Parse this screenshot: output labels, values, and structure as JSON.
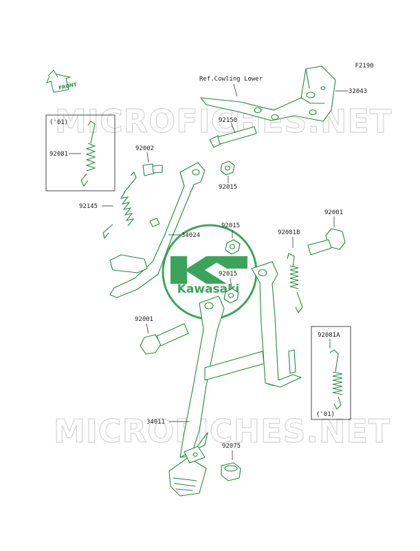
{
  "figure_code": "F2190",
  "front_label": "FRONT",
  "ref_label": "Ref.Cowling Lower",
  "watermark": "MICROFICHES.NET",
  "logo_text": "Kawasaki",
  "colors": {
    "parts": "#1f8a3a",
    "logo": "#3aa55a",
    "watermark": "#d4d4d4",
    "text": "#1a1a1a"
  },
  "parts": [
    {
      "id": "p32043",
      "number": "32043"
    },
    {
      "id": "p92150",
      "number": "92150"
    },
    {
      "id": "p92081_box",
      "number": "92081",
      "note": "('01)"
    },
    {
      "id": "p92002",
      "number": "92002"
    },
    {
      "id": "p92015_top",
      "number": "92015"
    },
    {
      "id": "p92145",
      "number": "92145"
    },
    {
      "id": "p34024",
      "number": "34024"
    },
    {
      "id": "p92015_mid",
      "number": "92015"
    },
    {
      "id": "p92081B",
      "number": "92081B"
    },
    {
      "id": "p92001_right",
      "number": "92001"
    },
    {
      "id": "p92015_low",
      "number": "92015"
    },
    {
      "id": "p92001_left",
      "number": "92001"
    },
    {
      "id": "p92081A",
      "number": "92081A",
      "note": "('01)"
    },
    {
      "id": "p34011",
      "number": "34011"
    },
    {
      "id": "p92075",
      "number": "92075"
    }
  ]
}
